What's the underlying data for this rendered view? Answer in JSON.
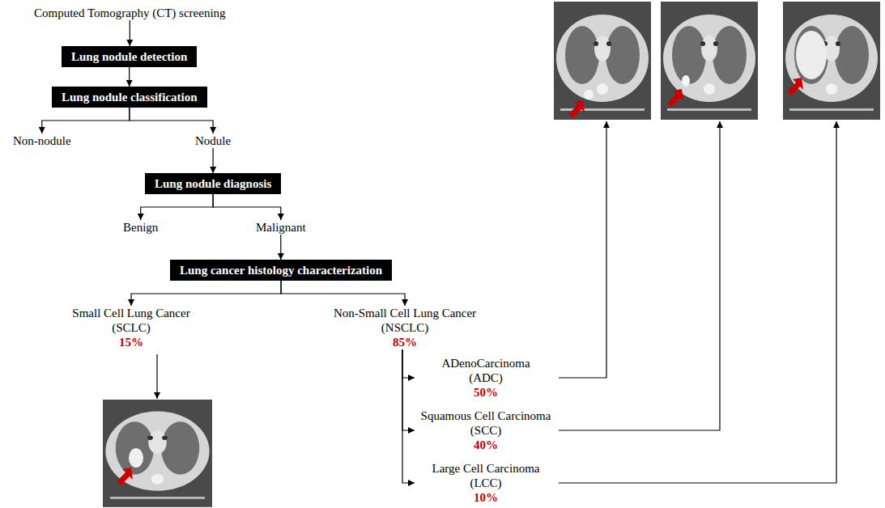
{
  "diagram": {
    "nodes": [
      {
        "text": [
          "Computed Tomography (CT) screening"
        ]
      },
      {
        "text": [
          "Lung nodule detection"
        ]
      },
      {
        "text": [
          "Lung nodule classification"
        ]
      },
      {
        "text": [
          "Non-nodule"
        ]
      },
      {
        "text": [
          "Nodule"
        ]
      },
      {
        "text": [
          "Lung nodule diagnosis"
        ]
      },
      {
        "text": [
          "Benign"
        ]
      },
      {
        "text": [
          "Malignant"
        ]
      },
      {
        "text": [
          "Lung cancer histology characterization"
        ]
      },
      {
        "text": [
          "Small Cell Lung Cancer (SCLC)",
          "15%"
        ]
      },
      {
        "text": [
          "Non-Small Cell Lung Cancer (NSCLC)",
          "85%"
        ]
      },
      {
        "text": [
          "ADenoCarcinoma (ADC)",
          "50%"
        ]
      },
      {
        "text": [
          "Squamous Cell Carcinoma (SCC)",
          "40%"
        ]
      },
      {
        "text": [
          "Large Cell Carcinoma (LCC)",
          "10%"
        ]
      }
    ],
    "edges": [
      {
        "from": 0,
        "to": 1,
        "arrow": "to"
      },
      {
        "from": 1,
        "to": 2,
        "arrow": "to"
      },
      {
        "from": 2,
        "to": 3,
        "arrow": "to"
      },
      {
        "from": 2,
        "to": 4,
        "arrow": "to"
      },
      {
        "from": 4,
        "to": 5,
        "arrow": "to"
      },
      {
        "from": 5,
        "to": 6,
        "arrow": "to"
      },
      {
        "from": 5,
        "to": 7,
        "arrow": "to"
      },
      {
        "from": 7,
        "to": 8,
        "arrow": "to"
      },
      {
        "from": 8,
        "to": 9,
        "arrow": "to"
      },
      {
        "from": 8,
        "to": 10,
        "arrow": "to"
      },
      {
        "from": 10,
        "to": 11,
        "arrow": "to"
      },
      {
        "from": 10,
        "to": 12,
        "arrow": "to"
      },
      {
        "from": 10,
        "to": 13,
        "arrow": "to"
      }
    ]
  }
}
